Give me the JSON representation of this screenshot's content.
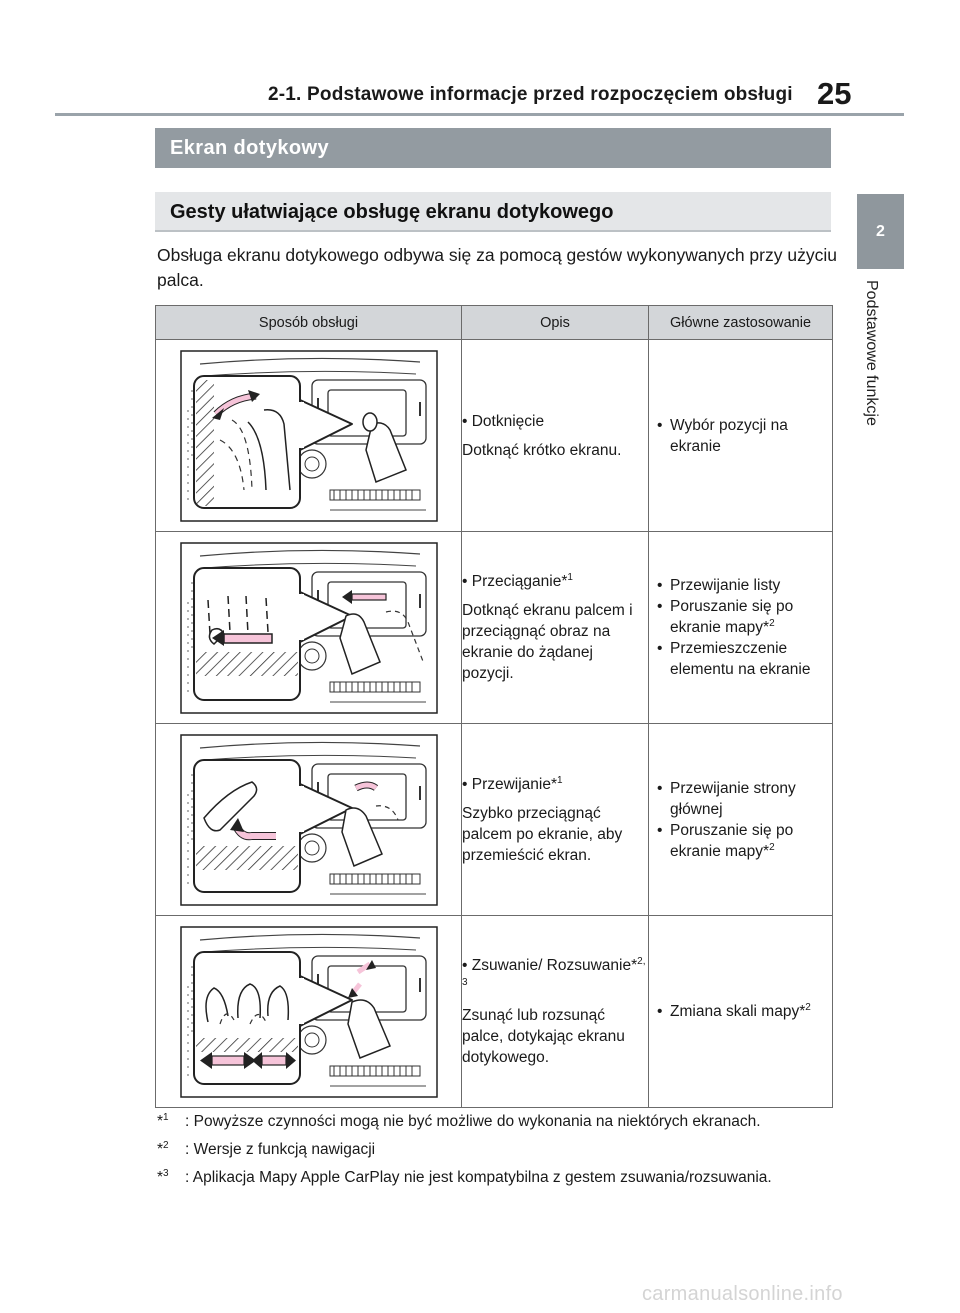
{
  "header": {
    "section_path": "2-1. Podstawowe informacje przed rozpoczęciem obsługi",
    "page_number": "25"
  },
  "side_tab": {
    "chapter_number": "2",
    "chapter_label": "Podstawowe funkcje"
  },
  "section_title": "Ekran dotykowy",
  "subsection_title": "Gesty ułatwiające obsługę ekranu dotykowego",
  "intro": "Obsługa ekranu dotykowego odbywa się za pomocą gestów wykonywanych przy użyciu palca.",
  "table": {
    "headers": [
      "Sposób obsługi",
      "Opis",
      "Główne zastosowanie"
    ],
    "rows": [
      {
        "illustration": "tap-gesture-illustration",
        "gesture": "• Dotknięcie",
        "sup": "",
        "description": "Dotknąć krótko ekranu.",
        "uses": [
          {
            "text": "Wybór pozycji na ekranie",
            "sup": ""
          }
        ]
      },
      {
        "illustration": "drag-gesture-illustration",
        "gesture": "• Przeciąganie*",
        "sup": "1",
        "description": "Dotknąć ekranu palcem i przeciągnąć obraz na ekranie do żądanej pozycji.",
        "uses": [
          {
            "text": "Przewijanie listy",
            "sup": ""
          },
          {
            "text": "Poruszanie się po ekranie mapy*",
            "sup": "2"
          },
          {
            "text": "Przemieszczenie elementu na ekranie",
            "sup": ""
          }
        ]
      },
      {
        "illustration": "flick-gesture-illustration",
        "gesture": "• Przewijanie*",
        "sup": "1",
        "description": "Szybko przeciągnąć palcem po ekranie, aby przemieścić ekran.",
        "uses": [
          {
            "text": "Przewijanie strony głównej",
            "sup": ""
          },
          {
            "text": "Poruszanie się po ekranie mapy*",
            "sup": "2"
          }
        ]
      },
      {
        "illustration": "pinch-gesture-illustration",
        "gesture": "• Zsuwanie/ Rozsuwanie*",
        "sup": "2, 3",
        "description": "Zsunąć lub rozsunąć palce, dotykając ekranu dotykowego.",
        "uses": [
          {
            "text": "Zmiana skali mapy*",
            "sup": "2"
          }
        ]
      }
    ]
  },
  "footnotes": [
    {
      "mark": "*",
      "num": "1",
      "text": ": Powyższe czynności mogą nie być możliwe do wykonania na niektórych ekranach."
    },
    {
      "mark": "*",
      "num": "2",
      "text": ": Wersje z funkcją nawigacji"
    },
    {
      "mark": "*",
      "num": "3",
      "text": ": Aplikacja Mapy Apple CarPlay nie jest kompatybilna z gestem zsuwania/rozsu­wania."
    }
  ],
  "watermark": "carmanualsonline.info",
  "colors": {
    "gray_bar": "#939ba1",
    "light_bar": "#e4e6e8",
    "arrow_fill": "#f6c4d9"
  }
}
